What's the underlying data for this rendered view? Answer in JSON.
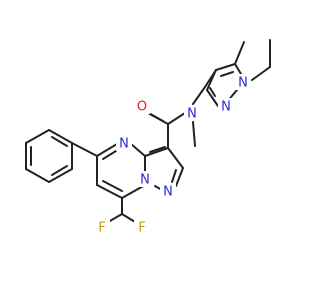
{
  "colors": {
    "background": "#ffffff",
    "bond": "#222222",
    "nitrogen": "#2a2ad8",
    "oxygen": "#e02020",
    "fluorine": "#c8a000"
  },
  "atoms": {
    "O": "O",
    "N_amide": "N",
    "N_pyrimidine": "N",
    "N_bridge": "N",
    "N_pyrazole_fused": "N",
    "N_pyrazole_top1": "N",
    "N_pyrazole_top2": "N",
    "F1": "F",
    "F2": "F"
  }
}
